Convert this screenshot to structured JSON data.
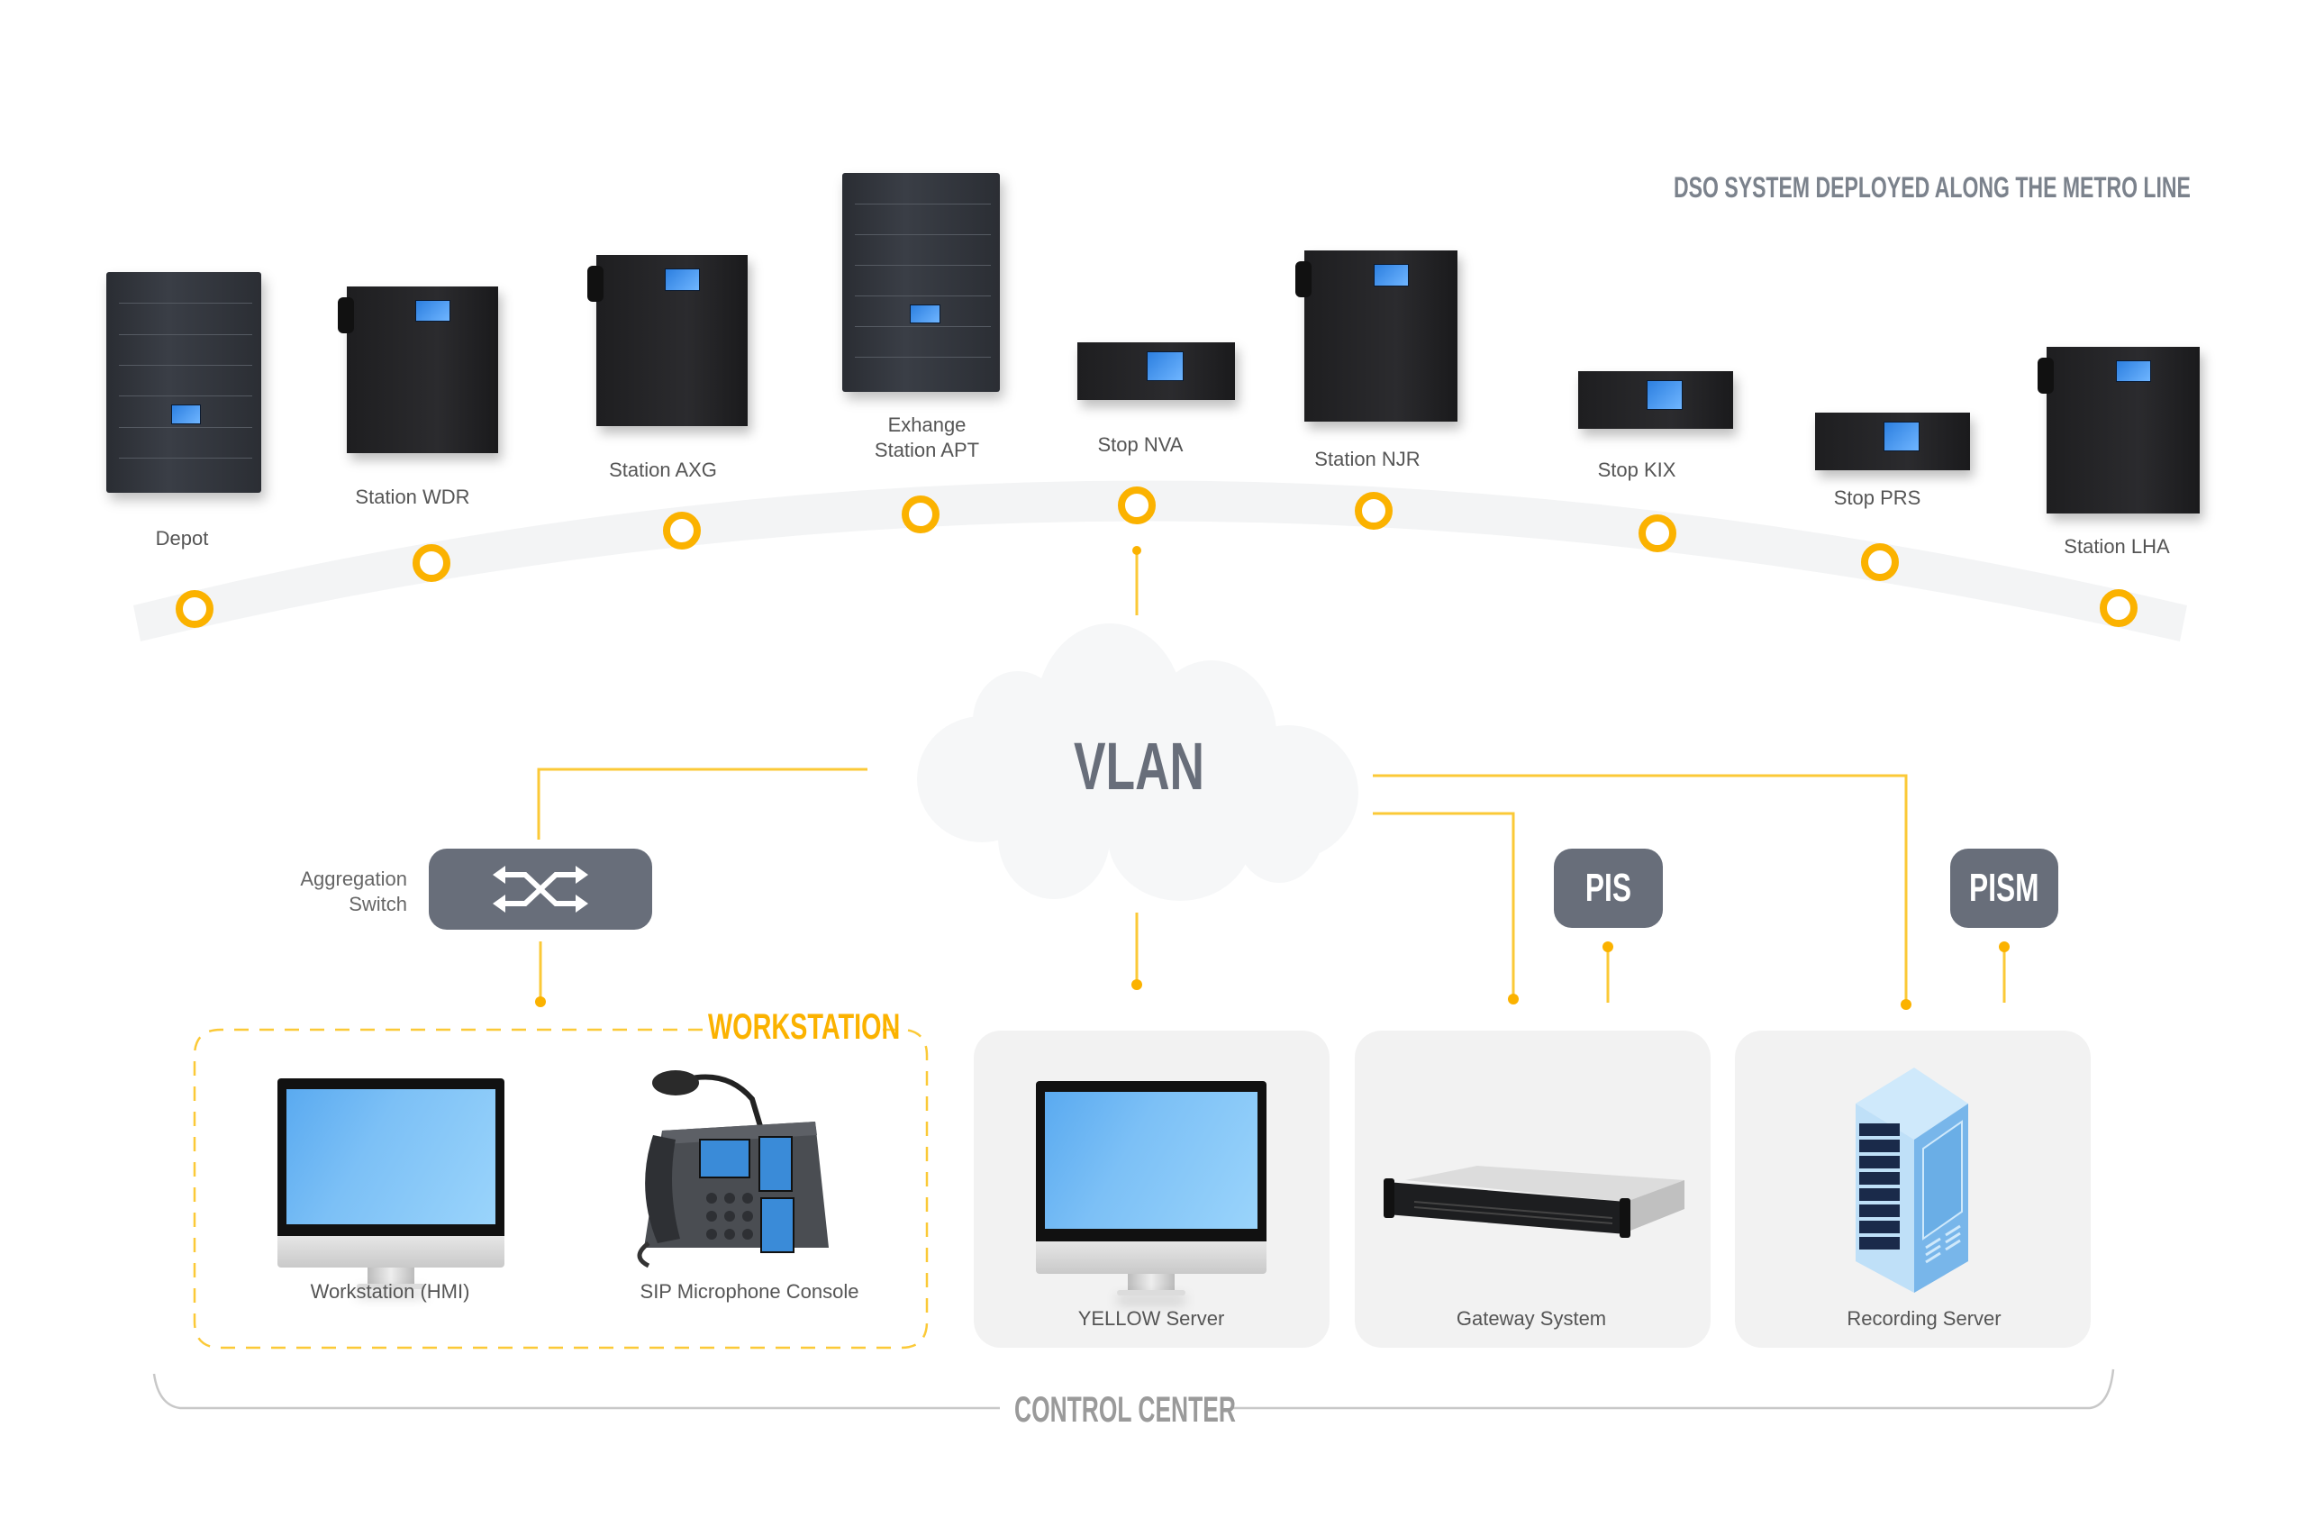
{
  "header": {
    "title": "DSO SYSTEM DEPLOYED ALONG THE METRO LINE"
  },
  "colors": {
    "accent": "#FBB200",
    "box_gray": "#686E7A",
    "panel_bg": "#F2F2F2",
    "track": "#F3F4F5",
    "text": "#555555",
    "title": "#7B828C"
  },
  "stations": [
    {
      "name": "Depot",
      "device": "tall-rack"
    },
    {
      "name": "Station WDR",
      "device": "cabinet"
    },
    {
      "name": "Station AXG",
      "device": "cabinet"
    },
    {
      "name": "Exhange\nStation APT",
      "line1": "Exhange",
      "line2": "Station APT",
      "device": "tall-rack"
    },
    {
      "name": "Stop NVA",
      "device": "rack-unit"
    },
    {
      "name": "Station NJR",
      "device": "cabinet"
    },
    {
      "name": "Stop KIX",
      "device": "rack-unit"
    },
    {
      "name": "Stop PRS",
      "device": "rack-unit"
    },
    {
      "name": "Station LHA",
      "device": "cabinet"
    }
  ],
  "network": {
    "vlan_label": "VLAN",
    "switch_label_line1": "Aggregation",
    "switch_label_line2": "Switch",
    "switch_icon": "shuffle-arrows-icon",
    "pis_label": "PIS",
    "pism_label": "PISM"
  },
  "control_center": {
    "label": "CONTROL CENTER",
    "workstation_group_label": "WORKSTATION",
    "devices": [
      {
        "name": "Workstation (HMI)",
        "icon": "monitor-icon"
      },
      {
        "name": "SIP Microphone Console",
        "icon": "desk-phone-microphone-icon"
      },
      {
        "name": "YELLOW Server",
        "icon": "monitor-icon"
      },
      {
        "name": "Gateway System",
        "icon": "rack-server-1u-icon"
      },
      {
        "name": "Recording Server",
        "icon": "tower-server-icon"
      }
    ]
  }
}
